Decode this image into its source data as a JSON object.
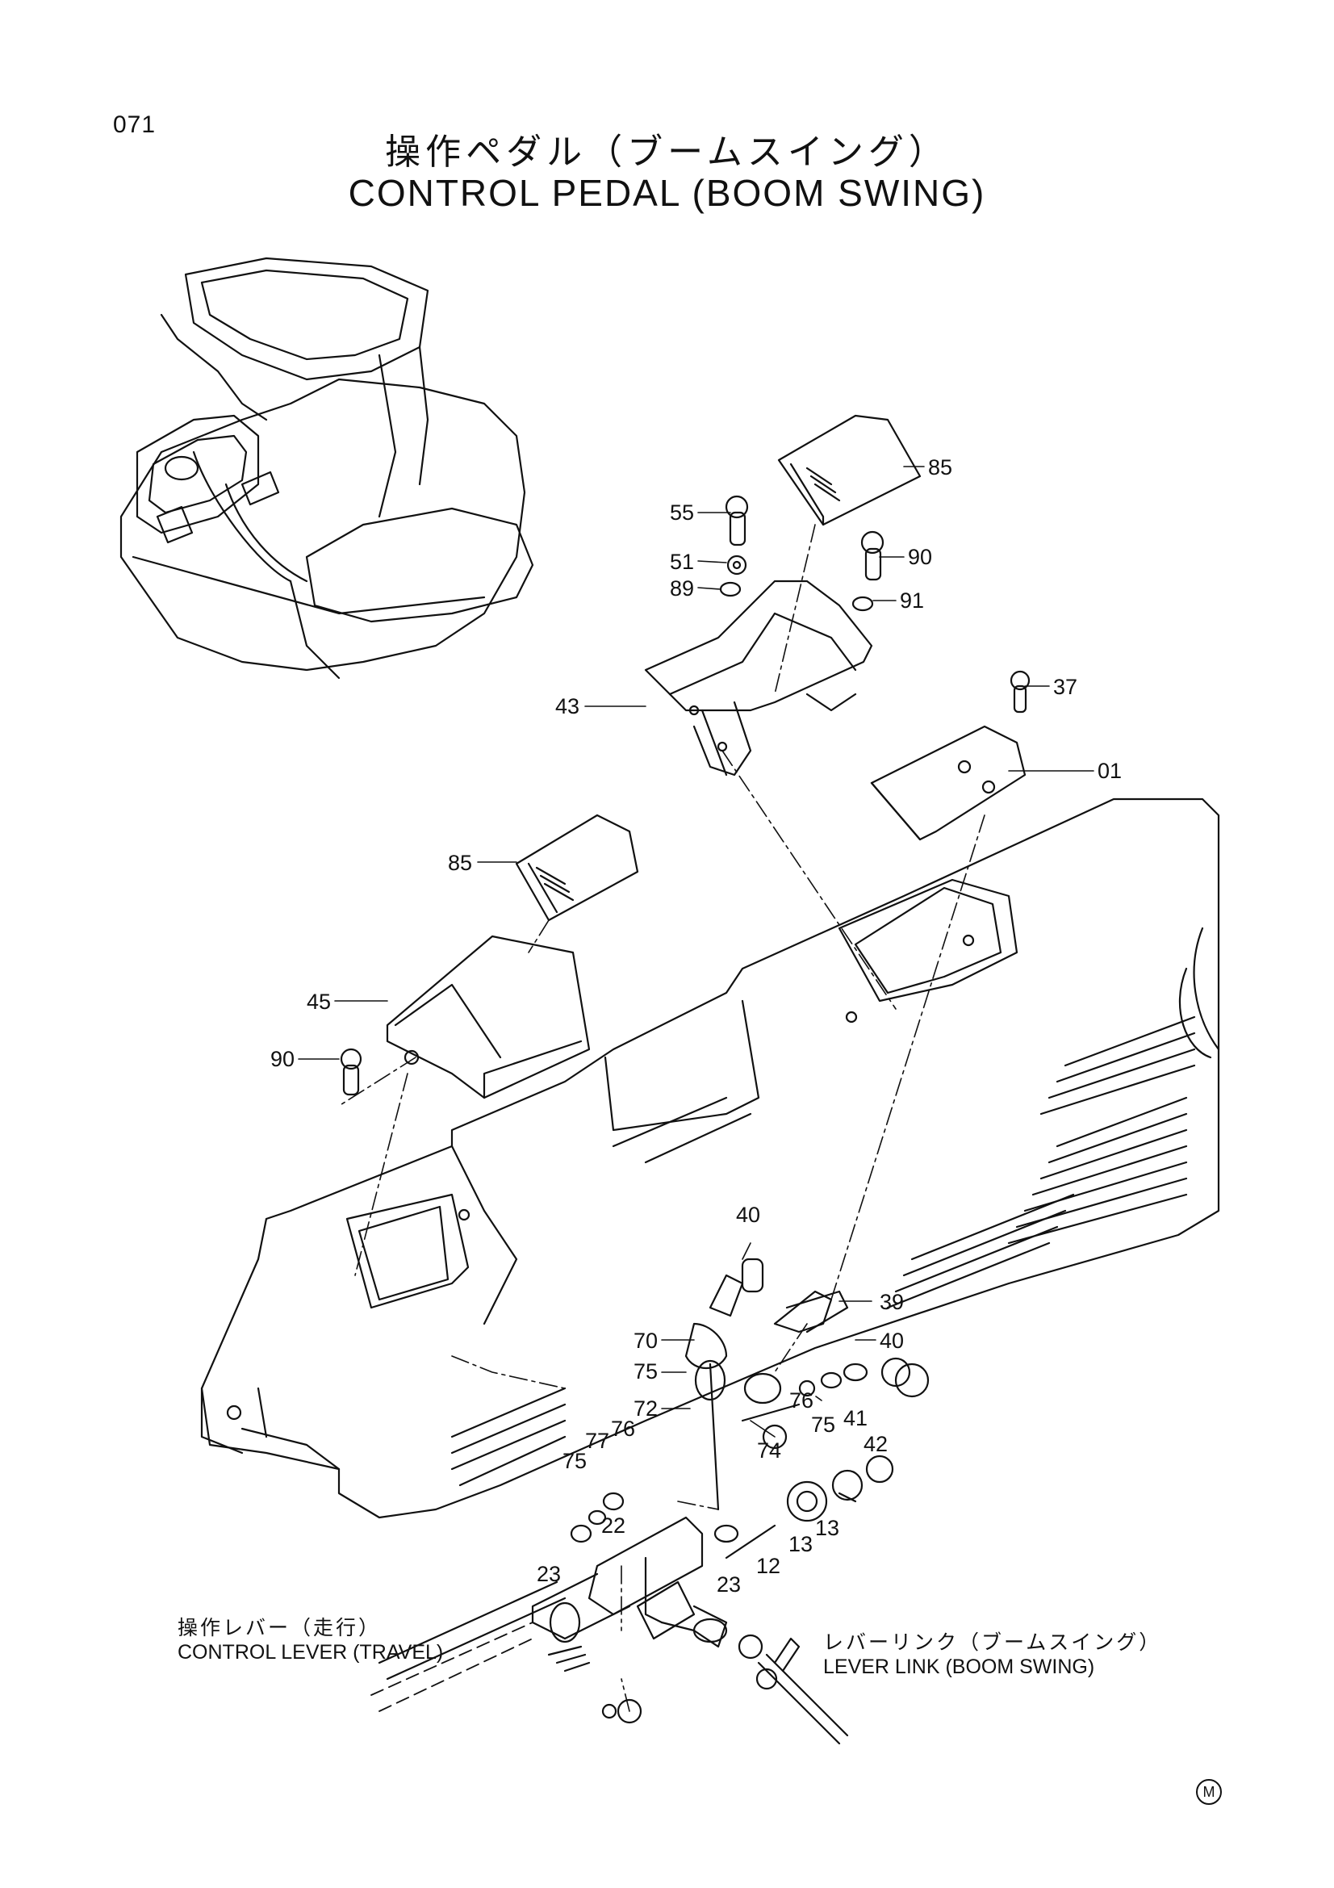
{
  "header": {
    "page_number": "071",
    "title_jp": "操作ペダル（ブームスイング）",
    "title_en": "CONTROL PEDAL (BOOM SWING)"
  },
  "callouts": [
    "85",
    "55",
    "51",
    "89",
    "90",
    "91",
    "43",
    "37",
    "01",
    "85",
    "45",
    "90",
    "40",
    "39",
    "70",
    "40",
    "75",
    "76",
    "75",
    "41",
    "72",
    "74",
    "42",
    "77",
    "76",
    "75",
    "22",
    "23",
    "12",
    "13",
    "13",
    "23"
  ],
  "notes": {
    "travel_lever": {
      "jp": "操作レバー（走行）",
      "en": "CONTROL LEVER (TRAVEL)"
    },
    "lever_link": {
      "jp": "レバーリンク（ブームスイング）",
      "en": "LEVER LINK (BOOM SWING)"
    }
  },
  "footer_mark": "M"
}
